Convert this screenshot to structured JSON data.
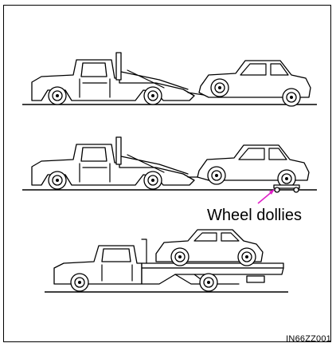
{
  "callout": {
    "label": "Wheel dollies"
  },
  "figure_code": "IN66ZZ001",
  "colors": {
    "line": "#000000",
    "callout_arrow": "#e020c8",
    "background": "#ffffff"
  },
  "scenes": [
    {
      "name": "wheel-lift tow, front wheels raised"
    },
    {
      "name": "wheel-lift tow using wheel dollies"
    },
    {
      "name": "flatbed truck transport"
    }
  ]
}
